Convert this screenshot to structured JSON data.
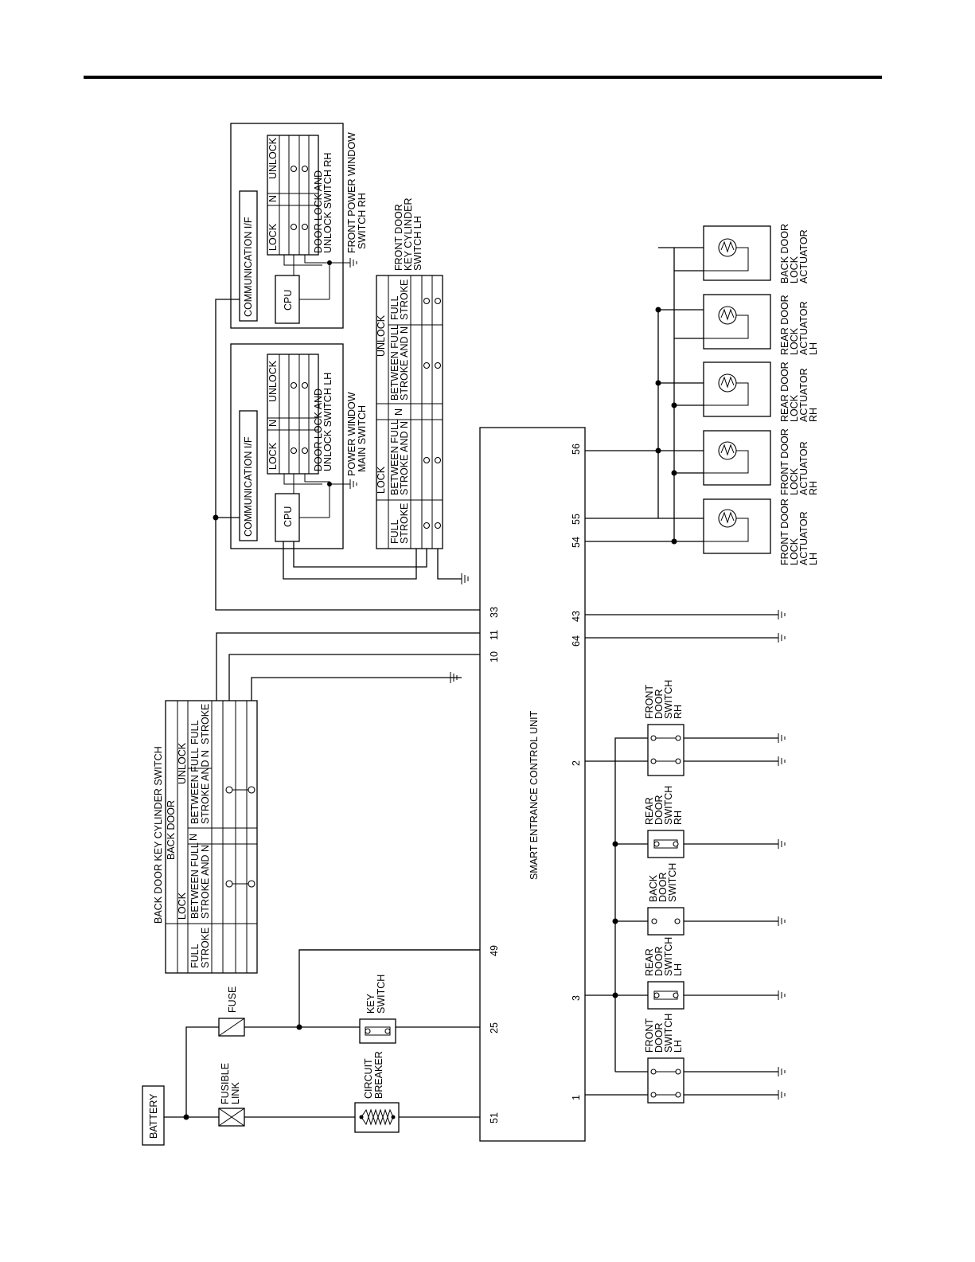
{
  "labels": {
    "battery": "BATTERY",
    "fusible_link": [
      "FUSIBLE",
      "LINK"
    ],
    "fuse": "FUSE",
    "circuit_breaker": [
      "CIRCUIT",
      "BREAKER"
    ],
    "key_switch": [
      "KEY",
      "SWITCH"
    ],
    "control_unit": "SMART ENTRANCE CONTROL UNIT",
    "back_door_kcs": {
      "title": "BACK DOOR KEY CYLINDER SWITCH",
      "group": "BACK DOOR",
      "lock": "LOCK",
      "unlock": "UNLOCK",
      "n": "N",
      "full_stroke": [
        "FULL",
        "STROKE"
      ],
      "between": [
        "BETWEEN FULL",
        "STROKE AND N"
      ]
    },
    "front_kcs_lh": {
      "name": [
        "FRONT DOOR",
        "KEY CYLINDER",
        "SWITCH LH"
      ],
      "lock": "LOCK",
      "unlock": "UNLOCK",
      "n": "N",
      "full_stroke": [
        "FULL",
        "STROKE"
      ],
      "between": [
        "BETWEEN FULL",
        "STROKE AND N"
      ]
    },
    "pw_main": {
      "name": [
        "POWER WINDOW",
        "MAIN SWITCH"
      ],
      "comm": "COMMUNICATION I/F",
      "cpu": "CPU",
      "switch_name": [
        "DOOR LOCK AND",
        "UNLOCK SWITCH LH"
      ],
      "lock": "LOCK",
      "n": "N",
      "unlock": "UNLOCK"
    },
    "pw_rh": {
      "name": [
        "FRONT POWER WINDOW",
        "SWITCH RH"
      ],
      "comm": "COMMUNICATION I/F",
      "cpu": "CPU",
      "switch_name": [
        "DOOR LOCK AND",
        "UNLOCK SWITCH RH"
      ],
      "lock": "LOCK",
      "n": "N",
      "unlock": "UNLOCK"
    },
    "actuators": [
      [
        "FRONT DOOR",
        "LOCK",
        "ACTUATOR",
        "LH"
      ],
      [
        "FRONT DOOR",
        "LOCK",
        "ACTUATOR",
        "RH"
      ],
      [
        "REAR DOOR",
        "LOCK",
        "ACTUATOR",
        "RH"
      ],
      [
        "REAR DOOR",
        "LOCK",
        "ACTUATOR",
        "LH"
      ],
      [
        "BACK DOOR",
        "LOCK",
        "ACTUATOR"
      ]
    ],
    "door_switches": [
      [
        "FRONT",
        "DOOR",
        "SWITCH",
        "LH"
      ],
      [
        "REAR",
        "DOOR",
        "SWITCH",
        "LH"
      ],
      [
        "BACK",
        "DOOR",
        "SWITCH"
      ],
      [
        "REAR",
        "DOOR",
        "SWITCH",
        "RH"
      ],
      [
        "FRONT",
        "DOOR",
        "SWITCH",
        "RH"
      ]
    ]
  },
  "terminals": {
    "left_side": [
      "51",
      "25",
      "49",
      "10",
      "11",
      "33"
    ],
    "right_side": [
      "1",
      "3",
      "2",
      "64",
      "43",
      "54",
      "55",
      "56"
    ]
  }
}
